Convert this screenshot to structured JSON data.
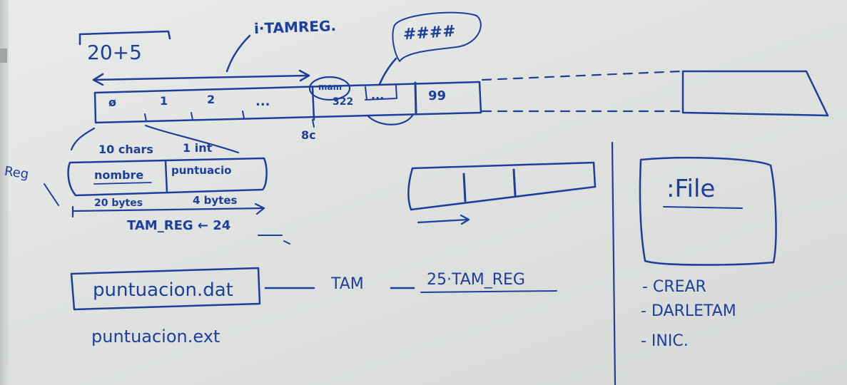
{
  "top": {
    "size_expr": "20+5",
    "tam_reg_note": "i·TAMREG.",
    "hash_bubble": "####",
    "index_0": "ø",
    "index_1": "1",
    "index_2": "2",
    "ellipsis": "...",
    "cut_word": "mam",
    "number_322": "322",
    "dots_mid": "...",
    "last_index": "99",
    "offset_label": "8c"
  },
  "reg": {
    "side_label": "Reg",
    "type_chars": "10 chars",
    "type_int": "1 int",
    "field_nombre": "nombre",
    "field_puntuacion": "puntuacio",
    "bytes_20": "20 bytes",
    "bytes_4": "4 bytes",
    "tam_reg_line": "TAM_REG ← 24"
  },
  "file": {
    "filename_dat": "puntuacion.dat",
    "filename_ext": "puntuacion.ext",
    "tam_text": "TAM",
    "tam_formula": "25·TAM_REG"
  },
  "right_panel": {
    "file_title": ":File",
    "ops": [
      "- CREAR",
      "- DARLETAM",
      "- INIC."
    ]
  },
  "ink_color": "#1d3f9c"
}
